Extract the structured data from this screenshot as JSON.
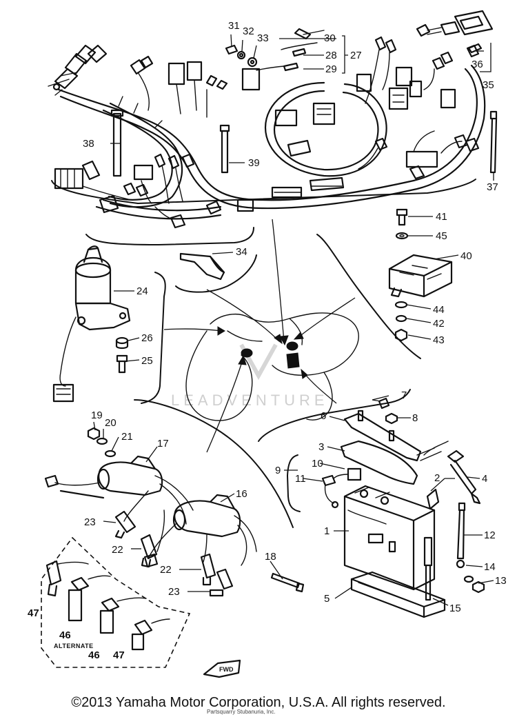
{
  "callouts": {
    "c1": "1",
    "c2": "2",
    "c3": "3",
    "c4": "4",
    "c5": "5",
    "c6": "6",
    "c7": "7",
    "c8": "8",
    "c9": "9",
    "c10": "10",
    "c11": "11",
    "c12": "12",
    "c13": "13",
    "c14": "14",
    "c15": "15",
    "c16": "16",
    "c17": "17",
    "c18": "18",
    "c19": "19",
    "c20": "20",
    "c21": "21",
    "c22a": "22",
    "c22b": "22",
    "c23a": "23",
    "c23b": "23",
    "c24": "24",
    "c25": "25",
    "c26": "26",
    "c27": "27",
    "c28": "28",
    "c29": "29",
    "c30": "30",
    "c31": "31",
    "c32": "32",
    "c33": "33",
    "c34": "34",
    "c35": "35",
    "c36": "36",
    "c37": "37",
    "c38": "38",
    "c39": "39",
    "c40": "40",
    "c41": "41",
    "c42": "42",
    "c43": "43",
    "c44": "44",
    "c45": "45",
    "c46a": "46",
    "c46b": "46",
    "c47a": "47",
    "c47b": "47"
  },
  "alternate_label": "ALTERNATE",
  "fwd_label": "FWD",
  "watermark": "LEADVENTURE",
  "copyright": "©2013 Yamaha Motor Corporation, U.S.A. All rights reserved.",
  "sub_credit": "Partsquarry Stubanuria, Inc."
}
